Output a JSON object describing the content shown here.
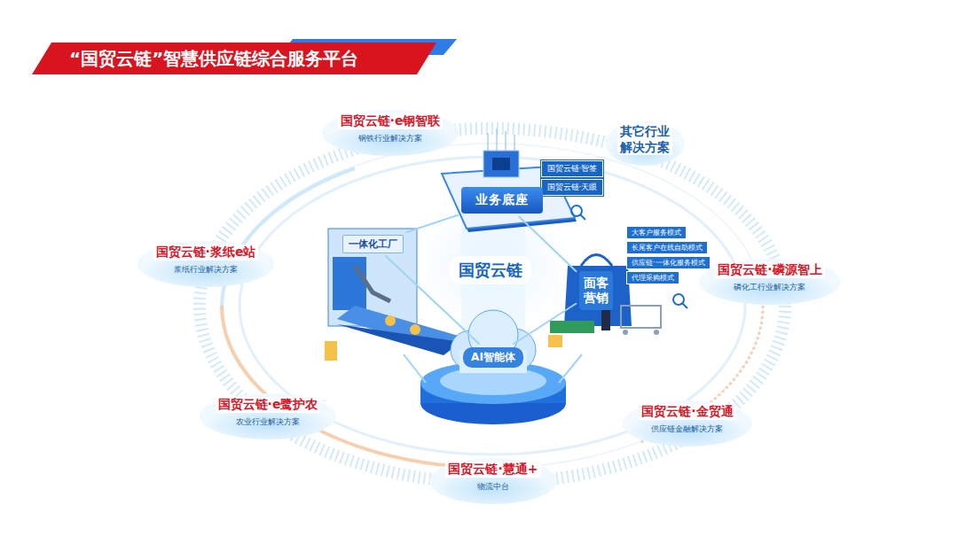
{
  "diagram": {
    "title": "“国贸云链”智慧供应链综合服务平台",
    "nodes": [
      {
        "text": [
          "国贸云链·e钢智联",
          "钢铁行业解决方案"
        ]
      },
      {
        "text": [
          "其它行业 解决方案"
        ]
      },
      {
        "text": [
          "国贸云链·智签"
        ]
      },
      {
        "text": [
          "国贸云链·天眼"
        ]
      },
      {
        "text": [
          "业务底座"
        ]
      },
      {
        "text": [
          "国贸云链·浆纸e站",
          "浆纸行业解决方案"
        ]
      },
      {
        "text": [
          "一体化工厂"
        ]
      },
      {
        "text": [
          "国贸云链"
        ]
      },
      {
        "text": [
          "大客户服务模式"
        ]
      },
      {
        "text": [
          "长尾客户在线自助模式"
        ]
      },
      {
        "text": [
          "供应链·一体化服务模式"
        ]
      },
      {
        "text": [
          "代理采购模式"
        ]
      },
      {
        "text": [
          "面客营销"
        ]
      },
      {
        "text": [
          "国贸云链·磷源智上",
          "磷化工行业解决方案"
        ]
      },
      {
        "text": [
          "AI智能体"
        ]
      },
      {
        "text": [
          "国贸云链·e鹭护农",
          "农业行业解决方案"
        ]
      },
      {
        "text": [
          "国贸云链·金贸通",
          "供应链金融解决方案"
        ]
      },
      {
        "text": [
          "国贸云链·慧通+",
          "物流中台"
        ]
      }
    ],
    "edges": [
      {
        "from": 4,
        "to": 6,
        "arrow": "none"
      },
      {
        "from": 4,
        "to": 12,
        "arrow": "none"
      },
      {
        "from": 6,
        "to": 14,
        "arrow": "none"
      },
      {
        "from": 12,
        "to": 14,
        "arrow": "none"
      }
    ]
  }
}
